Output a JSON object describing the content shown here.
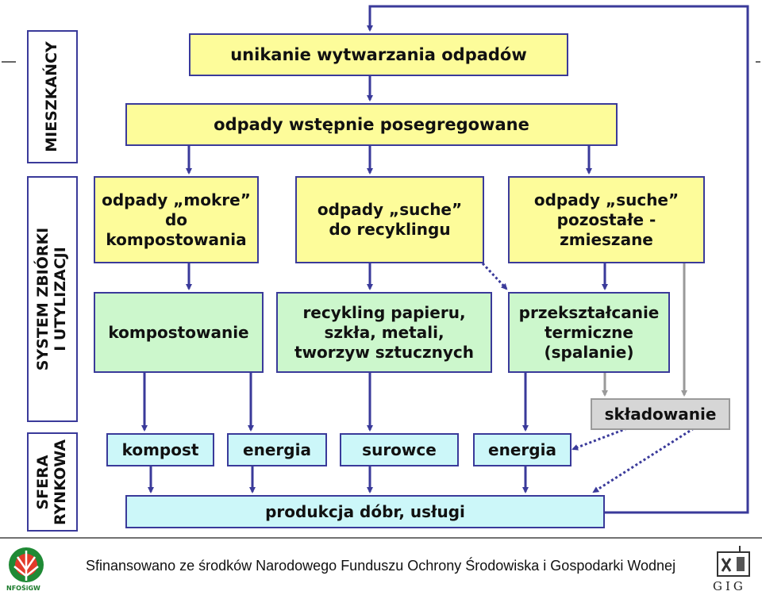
{
  "side_labels": {
    "residents": "MIESZKAŃCY",
    "collection": "SYSTEM ZBIÓRKI\nI UTYLIZACJI",
    "market": "SFERA\nRYNKOWA"
  },
  "nodes": {
    "avoid": "unikanie wytwarzania odpadów",
    "presegregated": "odpady wstępnie posegregowane",
    "wet": "odpady „mokre”\ndo\nkompostowania",
    "dry_recycling": "odpady „suche”\ndo recyklingu",
    "dry_mixed": "odpady „suche”\npozostałe -\nzmieszane",
    "composting": "kompostowanie",
    "recycling": "recykling papieru,\nszkła, metali,\ntworzyw sztucznych",
    "thermal": "przekształcanie\ntermiczne\n(spalanie)",
    "landfill": "składowanie",
    "compost": "kompost",
    "energy1": "energia",
    "raw": "surowce",
    "energy2": "energia",
    "production": "produkcja dóbr, usługi"
  },
  "footer": "Sfinansowano ze środków Narodowego Funduszu Ochrony Środowiska i Gospodarki Wodnej",
  "logos": {
    "left_text": "NFOŚiGW",
    "right_text": "GIG"
  },
  "colors": {
    "arrow": "#3a3a9a",
    "gray_arrow": "#9a9a9a",
    "yellow": "#fdfc9a",
    "green": "#ccf7cc",
    "cyan": "#ccf7f9"
  }
}
